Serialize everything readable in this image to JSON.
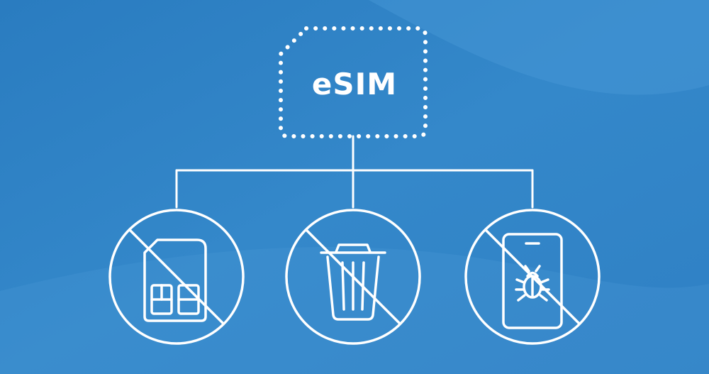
{
  "diagram": {
    "title": "eSIM",
    "nodes": [
      {
        "id": "no-sim-card",
        "icon": "sim-card-icon",
        "crossed_out": true
      },
      {
        "id": "no-trash",
        "icon": "trash-can-icon",
        "crossed_out": true
      },
      {
        "id": "no-malware",
        "icon": "phone-bug-icon",
        "crossed_out": true
      }
    ]
  },
  "colors": {
    "background": "#2f83c6",
    "background_light": "#4a9ad6",
    "line": "#ffffff"
  }
}
